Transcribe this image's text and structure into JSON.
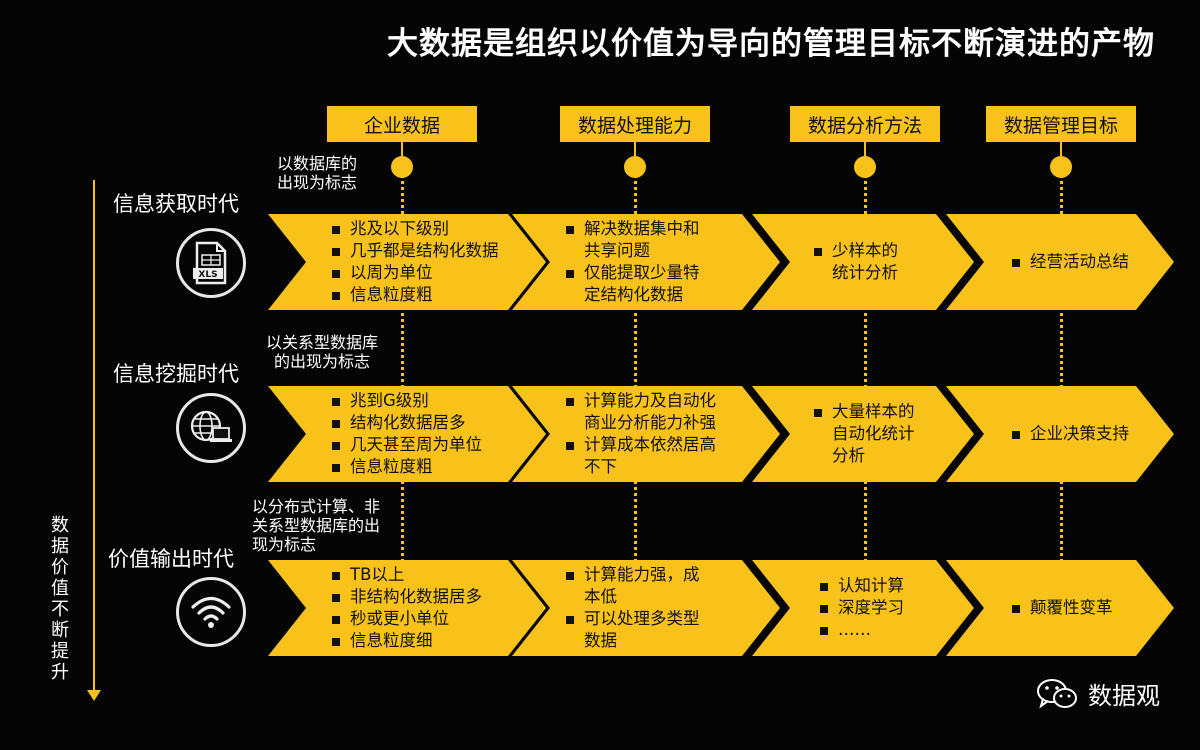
{
  "title": "大数据是组织以价值为导向的管理目标不断演进的产物",
  "headers": [
    "企业数据",
    "数据处理能力",
    "数据分析方法",
    "数据管理目标"
  ],
  "axis_label": "数据价值不断提升",
  "watermark": "数据观",
  "eras": [
    {
      "title": "信息获取时代",
      "note": [
        "以数据库的",
        "出现为标志"
      ],
      "icon": "xls-file-icon",
      "icon_text": "XLS",
      "cells": [
        [
          "兆及以下级别",
          "几乎都是结构化数据",
          "以周为单位",
          "信息粒度粗"
        ],
        [
          "解决数据集中和共享问题",
          "仅能提取少量特定结构化数据"
        ],
        [
          "少样本的统计分析"
        ],
        [
          "经营活动总结"
        ]
      ]
    },
    {
      "title": "信息挖掘时代",
      "note": [
        "以关系型数据库",
        "的出现为标志"
      ],
      "icon": "globe-laptop-icon",
      "cells": [
        [
          "兆到G级别",
          "结构化数据居多",
          "几天甚至周为单位",
          "信息粒度粗"
        ],
        [
          "计算能力及自动化商业分析能力补强",
          "计算成本依然居高不下"
        ],
        [
          "大量样本的自动化统计分析"
        ],
        [
          "企业决策支持"
        ]
      ]
    },
    {
      "title": "价值输出时代",
      "note": [
        "以分布式计算、非",
        "关系型数据库的出",
        "现为标志"
      ],
      "icon": "wifi-icon",
      "cells": [
        [
          "TB以上",
          "非结构化数据居多",
          "秒或更小单位",
          "信息粒度细"
        ],
        [
          "计算能力强，成本低",
          "可以处理多类型数据"
        ],
        [
          "认知计算",
          "深度学习",
          "……"
        ],
        [
          "颠覆性变革"
        ]
      ]
    }
  ]
}
